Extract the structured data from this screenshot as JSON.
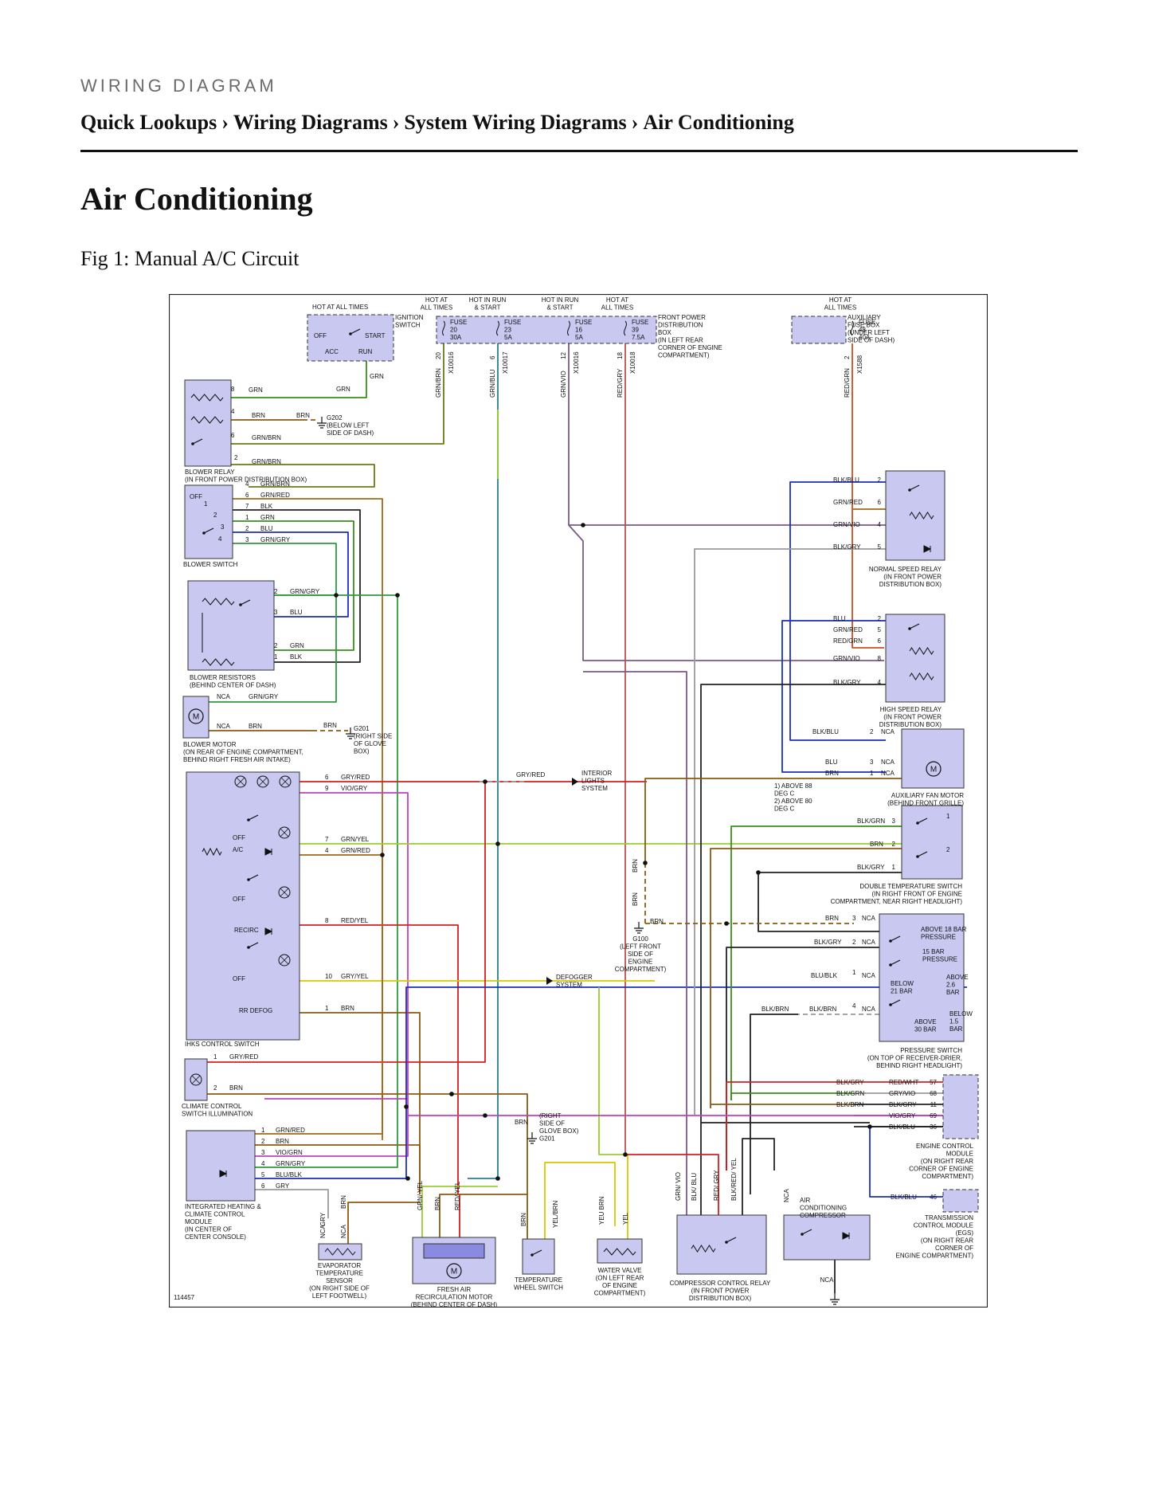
{
  "header": {
    "section_label": "WIRING DIAGRAM",
    "breadcrumb": [
      "Quick Lookups",
      "Wiring Diagrams",
      "System Wiring Diagrams",
      "Air Conditioning"
    ],
    "separator": "›"
  },
  "page_title": "Air Conditioning",
  "figure": {
    "caption": "Fig 1: Manual A/C Circuit",
    "figure_number": "114457",
    "supply": {
      "ignition_switch": {
        "heading": "HOT AT ALL TIMES",
        "name": [
          "IGNITION",
          "SWITCH"
        ],
        "positions": [
          "OFF",
          "START",
          "ACC",
          "RUN"
        ]
      },
      "fuse_headings": [
        [
          "HOT AT",
          "ALL TIMES"
        ],
        [
          "HOT IN RUN",
          "& START"
        ],
        [
          "HOT IN RUN",
          "& START"
        ],
        [
          "HOT AT",
          "ALL TIMES"
        ],
        [
          "HOT AT",
          "ALL TIMES"
        ]
      ],
      "fuses": [
        {
          "label": "FUSE",
          "number": "20",
          "rating": "30A",
          "pin": "20",
          "connector": "X10016",
          "wire": "GRN/BRN"
        },
        {
          "label": "FUSE",
          "number": "23",
          "rating": "5A",
          "pin": "6",
          "connector": "X10017",
          "wire": "GRN/BLU"
        },
        {
          "label": "FUSE",
          "number": "16",
          "rating": "5A",
          "pin": "12",
          "connector": "X10016",
          "wire": "GRN/VIO"
        },
        {
          "label": "FUSE",
          "number": "39",
          "rating": "7.5A",
          "pin": "18",
          "connector": "X10018",
          "wire": "RED/GRY"
        },
        {
          "label": "FUSE",
          "number": "48",
          "rating": "40A",
          "pin": "2",
          "connector": "X1588",
          "wire": "RED/GRN"
        }
      ],
      "front_box": [
        "FRONT POWER",
        "DISTRIBUTION",
        "BOX",
        "(IN LEFT REAR",
        "CORNER OF ENGINE",
        "COMPARTMENT)"
      ],
      "aux_box": [
        "AUXILIARY",
        "FUSE BOX",
        "(UNDER LEFT",
        "SIDE OF DASH)"
      ]
    },
    "wire_labels": {
      "grn": "GRN",
      "brn": "BRN",
      "grn_brn": "GRN/BRN",
      "grn_red": "GRN/RED",
      "blk": "BLK",
      "blu": "BLU",
      "grn_gry": "GRN/GRY",
      "grn_blu": "GRN/BLU",
      "grn_yel": "GRN/YEL",
      "gry_red": "GRY/RED",
      "vio_gry": "VIO/GRY",
      "red_yel": "RED/YEL",
      "gry_yel": "GRY/YEL",
      "grn_yel2": "GRN/ YEL",
      "vio_grn": "VIO/GRN",
      "blu_blk": "BLU/BLK",
      "gry": "GRY",
      "yel_brn": "YEL/BRN",
      "yel": "YEL",
      "blk_blu": "BLK/BLU",
      "grn_vio": "GRN/VIO",
      "blk_gry": "BLK/GRY",
      "red_grn": "RED/GRN",
      "blk_grn": "BLK/GRN",
      "blu_blk2": "BLU/BLK",
      "blk_brn": "BLK/BRN",
      "red_wht": "RED/WHT",
      "gry_vio": "GRY/VIO",
      "vio_gry2": "VIO/GRY",
      "nca": "NCA",
      "grn_vio2": "GRN/ VIO",
      "blk_blu2": "BLK/ BLU",
      "red_gry": "RED/ GRY",
      "blk_red_yel": "BLK/RED/ YEL",
      "red_yel2": "RED/ YEL",
      "yel_brn2": "YEU BRN"
    },
    "grounds": {
      "g202": [
        "G202",
        "(BELOW LEFT",
        "SIDE OF DASH)"
      ],
      "g201": [
        "G201",
        "(RIGHT SIDE",
        "OF GLOVE",
        "BOX)"
      ],
      "g100": [
        "G100",
        "(LEFT FRONT",
        "SIDE OF",
        "ENGINE",
        "COMPARTMENT)"
      ],
      "g201b": [
        "(RIGHT",
        "SIDE OF",
        "GLOVE BOX)",
        "G201"
      ]
    },
    "components": {
      "blower_relay": [
        "BLOWER RELAY",
        "(IN FRONT POWER DISTRIBUTION BOX)"
      ],
      "blower_switch": [
        "BLOWER SWITCH"
      ],
      "blower_switch_positions": [
        "OFF",
        "1",
        "2",
        "3",
        "4"
      ],
      "blower_resistors": [
        "BLOWER RESISTORS",
        "(BEHIND CENTER OF DASH)"
      ],
      "blower_motor": [
        "BLOWER MOTOR",
        "(ON REAR OF ENGINE COMPARTMENT,",
        "BEHIND RIGHT FRESH AIR INTAKE)"
      ],
      "ihks": [
        "IHKS CONTROL SWITCH"
      ],
      "ihks_labels": [
        "OFF",
        "A/C",
        "OFF",
        "RECIRC",
        "OFF",
        "RR DEFOG"
      ],
      "climate_illum": [
        "CLIMATE CONTROL",
        "SWITCH ILLUMINATION"
      ],
      "ihka": [
        "INTEGRATED HEATING &",
        "CLIMATE CONTROL",
        "MODULE",
        "(IN CENTER OF",
        "CENTER CONSOLE)"
      ],
      "evap_sensor": [
        "EVAPORATOR",
        "TEMPERATURE",
        "SENSOR",
        "(ON RIGHT SIDE OF",
        "LEFT FOOTWELL)"
      ],
      "fresh_air": [
        "FRESH AIR",
        "RECIRCULATION MOTOR",
        "(BEHIND CENTER OF DASH)"
      ],
      "temp_wheel": [
        "TEMPERATURE",
        "WHEEL SWITCH"
      ],
      "water_valve": [
        "WATER VALVE",
        "(ON LEFT REAR",
        "OF ENGINE",
        "COMPARTMENT)"
      ],
      "comp_relay": [
        "COMPRESSOR CONTROL RELAY",
        "(IN FRONT POWER",
        "DISTRIBUTION BOX)"
      ],
      "ac_compressor": [
        "AIR",
        "CONDITIONING",
        "COMPRESSOR"
      ],
      "normal_relay": [
        "NORMAL SPEED RELAY",
        "(IN FRONT POWER",
        "DISTRIBUTION BOX)"
      ],
      "high_relay": [
        "HIGH SPEED RELAY",
        "(IN FRONT POWER",
        "DISTRIBUTION BOX)"
      ],
      "aux_fan": [
        "AUXILIARY FAN MOTOR",
        "(BEHIND FRONT GRILLE)"
      ],
      "double_temp": [
        "DOUBLE TEMPERATURE SWITCH",
        "(IN RIGHT FRONT OF ENGINE",
        "COMPARTMENT, NEAR RIGHT HEADLIGHT)"
      ],
      "temp_notes": [
        "1) ABOVE 88",
        "DEG C",
        "2) ABOVE 80",
        "DEG C"
      ],
      "pressure_switch": [
        "PRESSURE SWITCH",
        "(ON TOP OF RECEIVER-DRIER,",
        "BEHIND RIGHT HEADLIGHT)"
      ],
      "pressure_labels": [
        "ABOVE 18 BAR",
        "PRESSURE",
        "15 BAR",
        "PRESSURE",
        "ABOVE",
        "2.6",
        "BAR",
        "BELOW",
        "21 BAR",
        "BELOW",
        "1.5",
        "BAR",
        "ABOVE",
        "30 BAR"
      ],
      "ecm": [
        "ENGINE CONTROL",
        "MODULE",
        "(ON RIGHT REAR",
        "CORNER OF ENGINE",
        "COMPARTMENT)"
      ],
      "tcm": [
        "TRANSMISSION",
        "CONTROL MODULE",
        "(EGS)",
        "(ON RIGHT REAR",
        "CORNER OF",
        "ENGINE COMPARTMENT)"
      ],
      "interior_lights": [
        "INTERIOR",
        "LIGHTS",
        "SYSTEM"
      ],
      "defogger": [
        "DEFOGGER",
        "SYSTEM"
      ]
    },
    "ecm_pins": [
      {
        "wire": "BLK/GRY",
        "wire2": "RED/WHT",
        "pin": "57"
      },
      {
        "wire": "BLK/GRN",
        "wire2": "GRY/VIO",
        "pin": "68"
      },
      {
        "wire": "BLK/BRN",
        "wire2": "BLK/GRY",
        "pin": "11"
      },
      {
        "wire": "",
        "wire2": "VIO/GRY",
        "pin": "69"
      },
      {
        "wire": "",
        "wire2": "BLK/BLU",
        "pin": "36"
      }
    ],
    "tcm_pin": {
      "wire": "BLK/BLU",
      "pin": "46"
    },
    "wire_colors": {
      "grn": "#3a8f1a",
      "brn": "#8a5a14",
      "grn_brn": "#6a7a14",
      "grn_red": "#a06a18",
      "blk": "#222222",
      "blu": "#1a2fbf",
      "grn_gry": "#2f9a3f",
      "grn_blu": "#2a7f8f",
      "red": "#d42020",
      "vio": "#c040c0",
      "yel": "#d8c800",
      "grn_yel": "#9acd32",
      "gry": "#9a9a9a",
      "grn_vio": "#7a5a8a",
      "red_gry": "#b85050",
      "red_grn": "#c85020",
      "box_fill": "#c8c8f0"
    }
  }
}
